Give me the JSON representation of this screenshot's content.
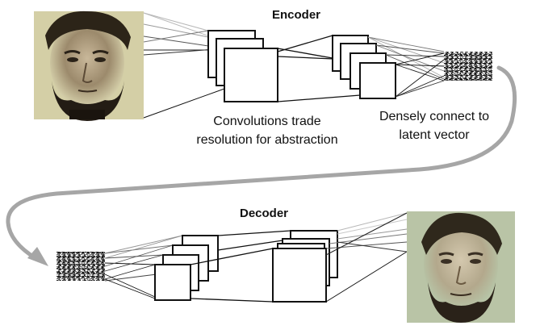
{
  "encoder": {
    "title": "Encoder",
    "caption_convolutions": [
      "Convolutions trade",
      "resolution for abstraction"
    ],
    "caption_dense": [
      "Densely connect to",
      "latent vector"
    ]
  },
  "decoder": {
    "title": "Decoder"
  },
  "images": {
    "input_face": "input-portrait",
    "output_face": "reconstructed-portrait",
    "latent_vector": "latent-vector-noise"
  },
  "colors": {
    "line_dark": "#111111",
    "line_light": "#b8b8b8",
    "arrow_gray": "#a6a6a6",
    "input_bg": "#d4cfa6",
    "output_bg": "#b9c4a6"
  }
}
